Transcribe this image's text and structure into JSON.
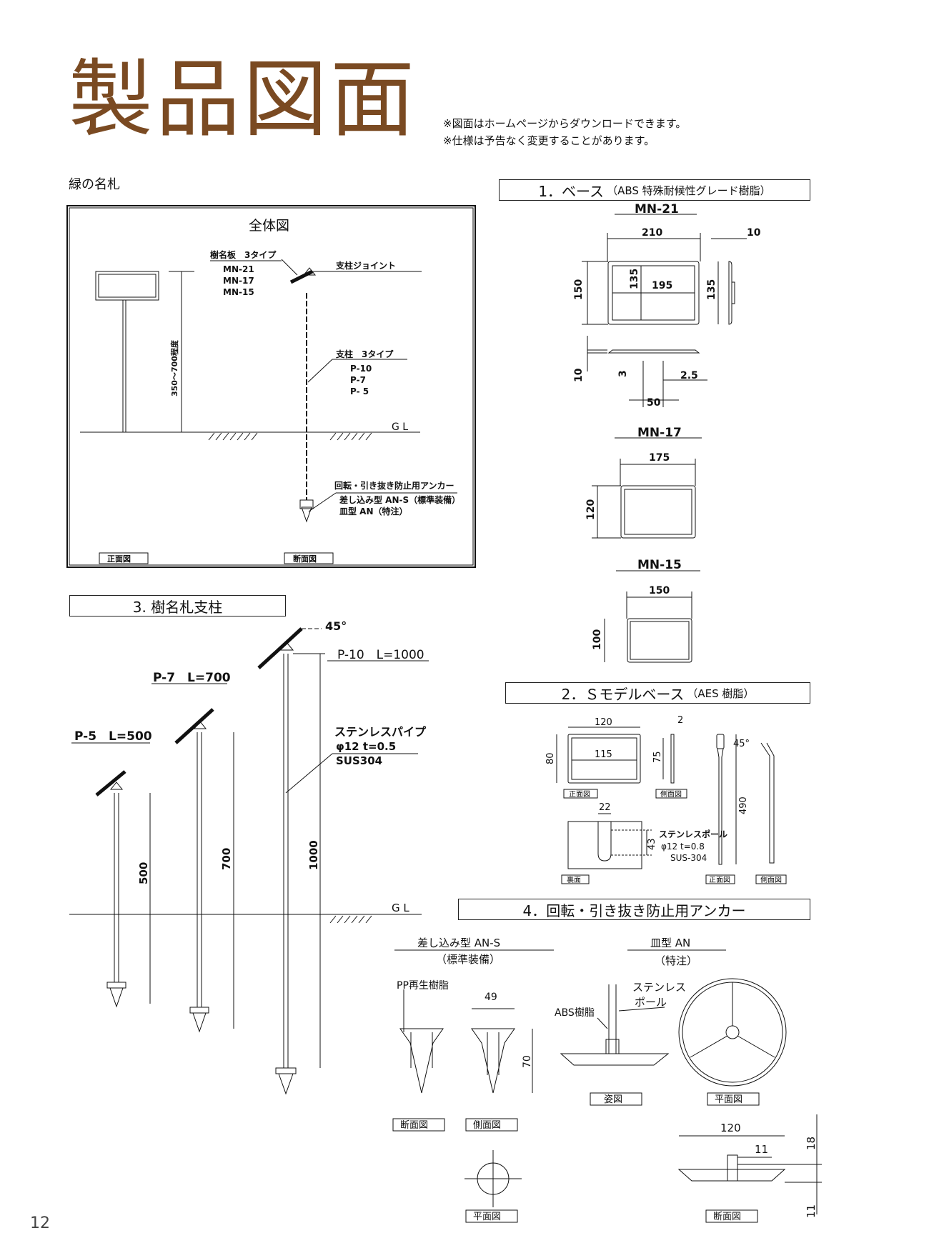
{
  "header": {
    "title": "製品図面",
    "notes": [
      "※図面はホームページからダウンロードできます。",
      "※仕様は予告なく変更することがあります。"
    ]
  },
  "subtitle": "緑の名札",
  "overall": {
    "title": "全体図",
    "plate_types": "樹名板　3タイプ",
    "plate_models": [
      "MN-21",
      "MN-17",
      "MN-15"
    ],
    "joint": "支柱ジョイント",
    "pole_types": "支柱　3タイプ",
    "pole_models": [
      "P-10",
      "P-7",
      "P- 5"
    ],
    "height": "350〜700程度",
    "gl": "G L",
    "anchor_title": "回転・引き抜き防止用アンカー",
    "anchor_std": "差し込み型 AN-S（標準装備）",
    "anchor_opt": "皿型 AN（特注）",
    "label_front": "正面図",
    "label_section": "断面図"
  },
  "section1": {
    "title": "1．ベース",
    "subtitle": "（ABS 特殊耐候性グレード樹脂）",
    "mn21": {
      "name": "MN-21",
      "w": "210",
      "t": "10",
      "h": "150",
      "ih": "135",
      "iw": "195",
      "sh": "135",
      "b10": "10",
      "b3": "3",
      "b25": "2.5",
      "b50": "50"
    },
    "mn17": {
      "name": "MN-17",
      "w": "175",
      "h": "120"
    },
    "mn15": {
      "name": "MN-15",
      "w": "150",
      "h": "100"
    }
  },
  "section2": {
    "title": "2．Ｓモデルベース",
    "subtitle": "（AES 樹脂）",
    "w": "120",
    "iw": "115",
    "h": "80",
    "t": "2",
    "ih": "75",
    "angle": "45°",
    "len": "490",
    "d22": "22",
    "d43": "43",
    "pole_name": "ステンレスポール",
    "pole_spec": "φ12 t=0.8",
    "pole_mat": "SUS-304",
    "label_front": "正面図",
    "label_side": "側面図",
    "label_back": "裏面",
    "label_front2": "正面図",
    "label_side2": "側面図"
  },
  "section3": {
    "title": "3. 樹名札支柱",
    "angle": "45°",
    "p10": "P-10　L=1000",
    "p7": "P-7　L=700",
    "p5": "P-5　L=500",
    "pipe": "ステンレスパイプ",
    "pipe_spec": "φ12 t=0.5",
    "pipe_mat": "SUS304",
    "d500": "500",
    "d700": "700",
    "d1000": "1000",
    "gl": "G L"
  },
  "section4": {
    "title": "4．回転・引き抜き防止用アンカー",
    "ans_title": "差し込み型 AN-S",
    "ans_sub": "（標準装備）",
    "an_title": "皿型 AN",
    "an_sub": "（特注）",
    "pp": "PP再生樹脂",
    "d49": "49",
    "d70": "70",
    "abs": "ABS樹脂",
    "stainless": "ステンレス",
    "pole": "ポール",
    "label_section": "断面図",
    "label_side": "側面図",
    "label_plan": "平面図",
    "label_view": "姿図",
    "label_plan2": "平面図",
    "label_section2": "断面図",
    "d120": "120",
    "d11a": "11",
    "d18": "18",
    "d11b": "11"
  },
  "page_number": "12"
}
